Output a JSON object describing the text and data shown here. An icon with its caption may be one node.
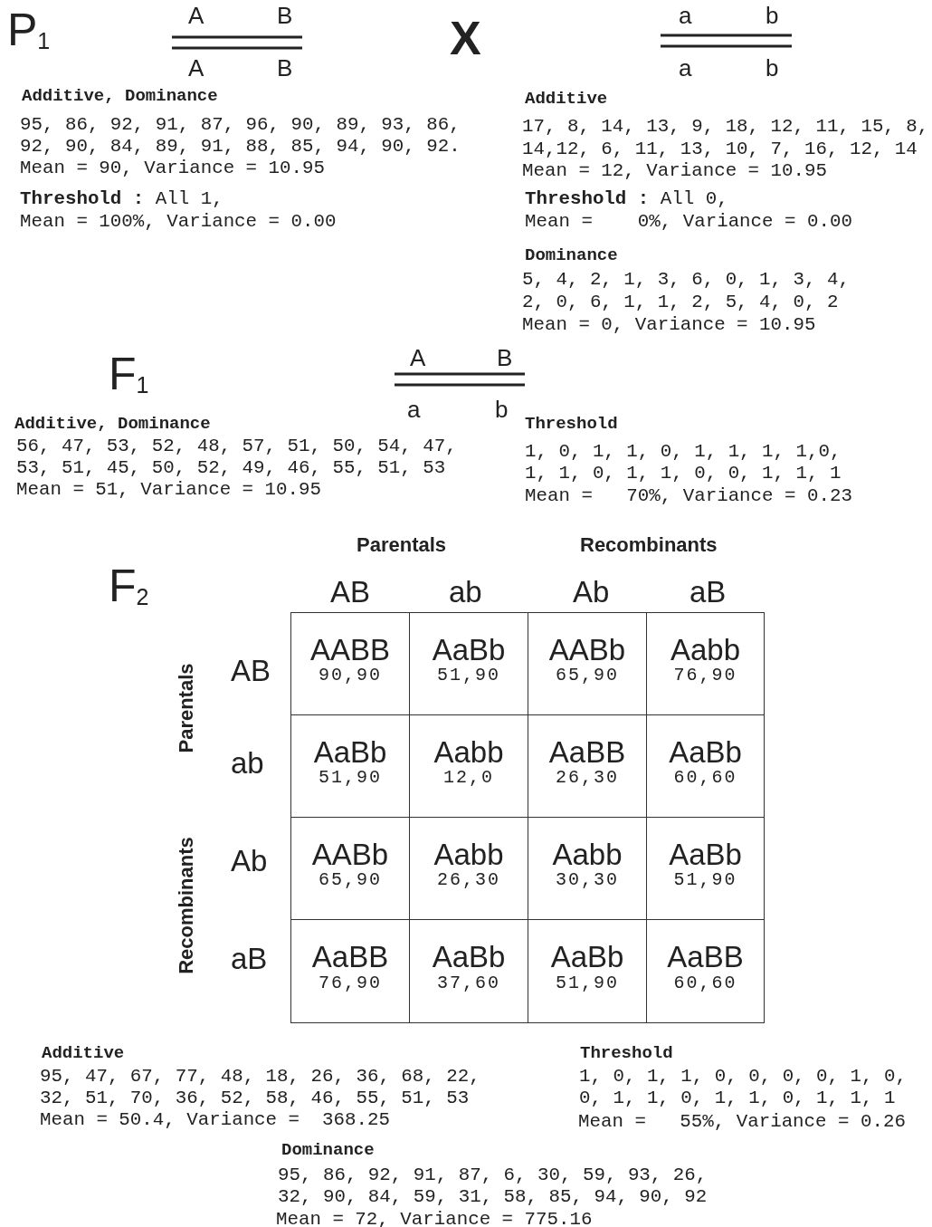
{
  "diagram": {
    "nodes": [
      {
        "text": [
          "AABB",
          "90,90"
        ]
      },
      {
        "text": [
          "AaBb",
          "51,90"
        ]
      },
      {
        "text": [
          "AABb",
          "65,90"
        ]
      },
      {
        "text": [
          "Aabb",
          "76,90"
        ]
      },
      {
        "text": [
          "AaBb",
          "51,90"
        ]
      },
      {
        "text": [
          "Aabb",
          "12,0"
        ]
      },
      {
        "text": [
          "AaBB",
          "26,30"
        ]
      },
      {
        "text": [
          "AaBb",
          "60,60"
        ]
      },
      {
        "text": [
          "AABb",
          "65,90"
        ]
      },
      {
        "text": [
          "Aabb",
          "26,30"
        ]
      },
      {
        "text": [
          "Aabb",
          "30,30"
        ]
      },
      {
        "text": [
          "AaBb",
          "51,90"
        ]
      },
      {
        "text": [
          "AaBB",
          "76,90"
        ]
      },
      {
        "text": [
          "AaBb",
          "37,60"
        ]
      },
      {
        "text": [
          "AaBb",
          "51,90"
        ]
      },
      {
        "text": [
          "AaBB",
          "60,60"
        ]
      }
    ],
    "labels": [
      "P$_{1}$",
      "A",
      "B",
      "A",
      "B",
      "X",
      "a",
      "b",
      "a",
      "b",
      "Additive, Dominance",
      "95, 86, 92, 91, 87, 96, 90, 89, 93, 86,",
      "92, 90, 84, 89, 91, 88, 85, 94, 90, 92.",
      "Mean = 90, Variance = 10.95",
      "**Threshold :** All 1,",
      "Mean = 100%, Variance = 0.00",
      "Additive",
      "17, 8, 14, 13, 9, 18, 12, 11, 15, 8,",
      "14,12, 6, 11, 13, 10, 7, 16, 12, 14",
      "Mean = 12, Variance = 10.95",
      "**Threshold :** All 0,",
      "Mean =    0%, Variance = 0.00",
      "Dominance",
      "5, 4, 2, 1, 3, 6, 0, 1, 3, 4,",
      "2, 0, 6, 1, 1, 2, 5, 4, 0, 2",
      "Mean = 0, Variance = 10.95",
      "F$_{1}$",
      "A",
      "B",
      "a",
      "b",
      "Additive, Dominance",
      "56, 47, 53, 52, 48, 57, 51, 50, 54, 47,",
      "53, 51, 45, 50, 52, 49, 46, 55, 51, 53",
      "Mean = 51, Variance = 10.95",
      "Threshold",
      "1, 0, 1, 1, 0, 1, 1, 1, 1,0,",
      "1, 1, 0, 1, 1, 0, 0, 1, 1, 1",
      "Mean =   70%, Variance = 0.23",
      "F$_{2}$",
      "Parentals",
      "Recombinants",
      "AB",
      "ab",
      "Ab",
      "aB",
      "Parentals",
      "Recombinants",
      "AB",
      "ab",
      "Ab",
      "aB",
      "Additive",
      "95, 47, 67, 77, 48, 18, 26, 36, 68, 22,",
      "32, 51, 70, 36, 52, 58, 46, 55, 51, 53",
      "Mean = 50.4, Variance =  368.25",
      "Threshold",
      "1, 0, 1, 1, 0, 0, 0, 0, 1, 0,",
      "0, 1, 1, 0, 1, 1, 0, 1, 1, 1",
      "Mean =   55%, Variance = 0.26",
      "Dominance",
      "95, 86, 92, 91, 87, 6, 30, 59, 93, 26,",
      "32, 90, 84, 59, 31, 58, 85, 94, 90, 92",
      "Mean = 72, Variance = 775.16"
    ]
  }
}
